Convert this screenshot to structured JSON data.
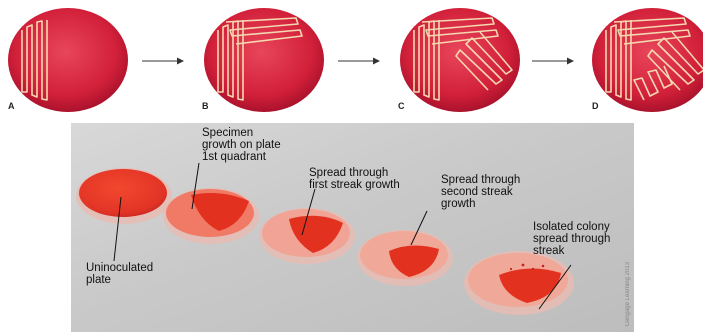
{
  "steps": [
    {
      "label": "A"
    },
    {
      "label": "B"
    },
    {
      "label": "C"
    },
    {
      "label": "D"
    }
  ],
  "annotations": {
    "uninoculated": "Uninoculated\nplate",
    "specimen": "Specimen\ngrowth on plate\n1st quadrant",
    "first_streak": "Spread through\nfirst streak growth",
    "second_streak": "Spread through\nsecond streak\ngrowth",
    "isolated": "Isolated colony\nspread through\nstreak"
  },
  "credit": "Cengage Learning 2013",
  "colors": {
    "plate_red": "#d8233a",
    "plate_dark": "#b01428",
    "streak": "#f3d7b0",
    "agar": "#e63a2e",
    "arrow": "#333333"
  }
}
